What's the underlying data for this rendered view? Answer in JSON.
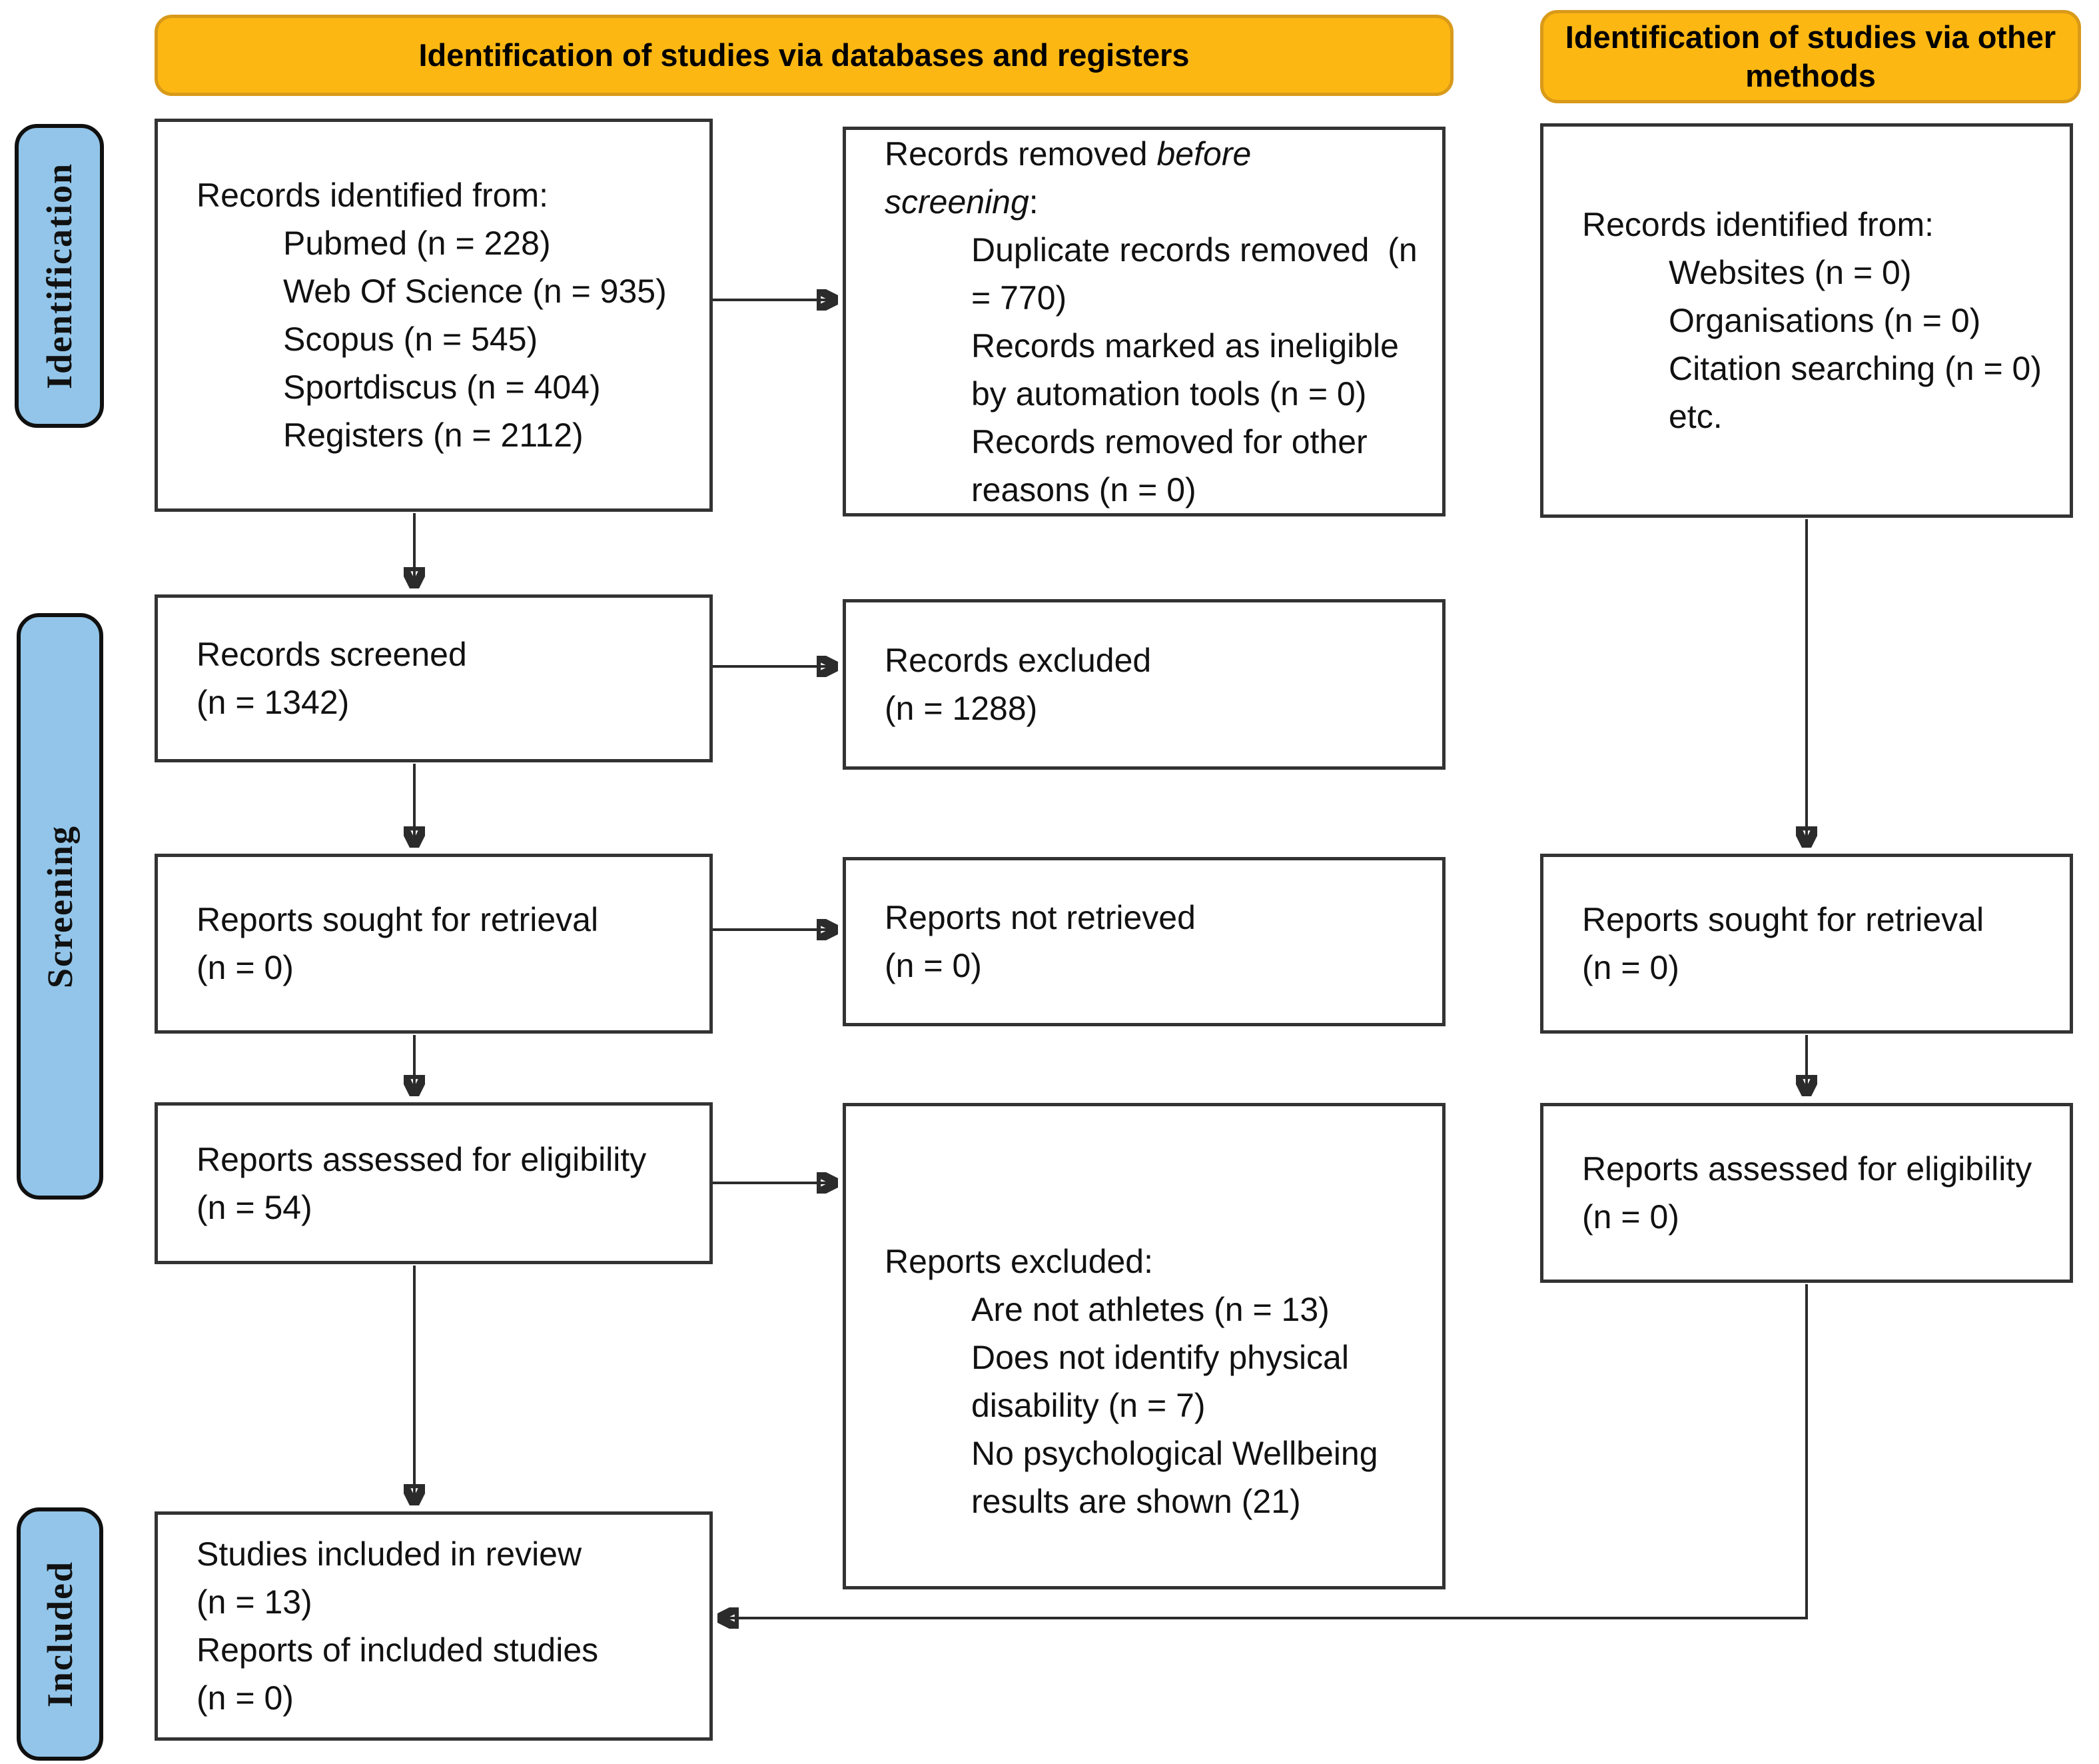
{
  "headers": {
    "databases": "Identification of studies via databases and registers",
    "other": "Identification of studies via other methods"
  },
  "stage_labels": {
    "identification": "Identification",
    "screening": "Screening",
    "included": "Included"
  },
  "colors": {
    "header_fill": "#FCB713",
    "header_border": "#D99A1A",
    "stage_fill": "#92C5E9",
    "box_border": "#333333",
    "arrow": "#2B2B2B"
  },
  "boxes": {
    "records_identified_db": {
      "title": "Records identified from:",
      "items": [
        "Pubmed (n = 228)",
        "Web Of Science (n = 935)",
        "Scopus (n = 545)",
        "Sportdiscus (n = 404)",
        "Registers (n = 2112)"
      ]
    },
    "records_removed": {
      "intro1_normal": "Records removed ",
      "intro1_italic": "before",
      "intro2_italic": "screening",
      "intro2_normal": ":",
      "items": [
        "Duplicate records removed  (n",
        "= 770)",
        "Records marked as ineligible",
        "by automation tools (n = 0)",
        "Records removed for other",
        "reasons (n = 0)"
      ]
    },
    "records_identified_other": {
      "title": "Records identified from:",
      "items": [
        "Websites (n = 0)",
        "Organisations (n = 0)",
        "Citation searching (n = 0)",
        "etc."
      ]
    },
    "records_screened": {
      "lines": [
        "Records screened",
        "(n = 1342)"
      ]
    },
    "records_excluded": {
      "lines": [
        "Records excluded",
        "(n = 1288)"
      ]
    },
    "reports_sought_db": {
      "lines": [
        "Reports sought for retrieval",
        "(n = 0)"
      ]
    },
    "reports_not_retrieved": {
      "lines": [
        "Reports not retrieved",
        "(n = 0)"
      ]
    },
    "reports_assessed_db": {
      "lines": [
        "Reports assessed for eligibility",
        "(n = 54)"
      ]
    },
    "reports_excluded": {
      "title": "Reports excluded:",
      "items": [
        "Are not athletes (n = 13)",
        "Does not identify physical",
        "disability (n = 7)",
        "No psychological Wellbeing",
        "results are shown (21)"
      ]
    },
    "reports_sought_other": {
      "lines": [
        "Reports sought for retrieval",
        "(n = 0)"
      ]
    },
    "reports_assessed_other": {
      "lines": [
        "Reports assessed for eligibility",
        "(n = 0)"
      ]
    },
    "studies_included": {
      "lines": [
        "Studies included in review",
        "(n = 13)",
        "Reports of included studies",
        "(n = 0)"
      ]
    }
  }
}
